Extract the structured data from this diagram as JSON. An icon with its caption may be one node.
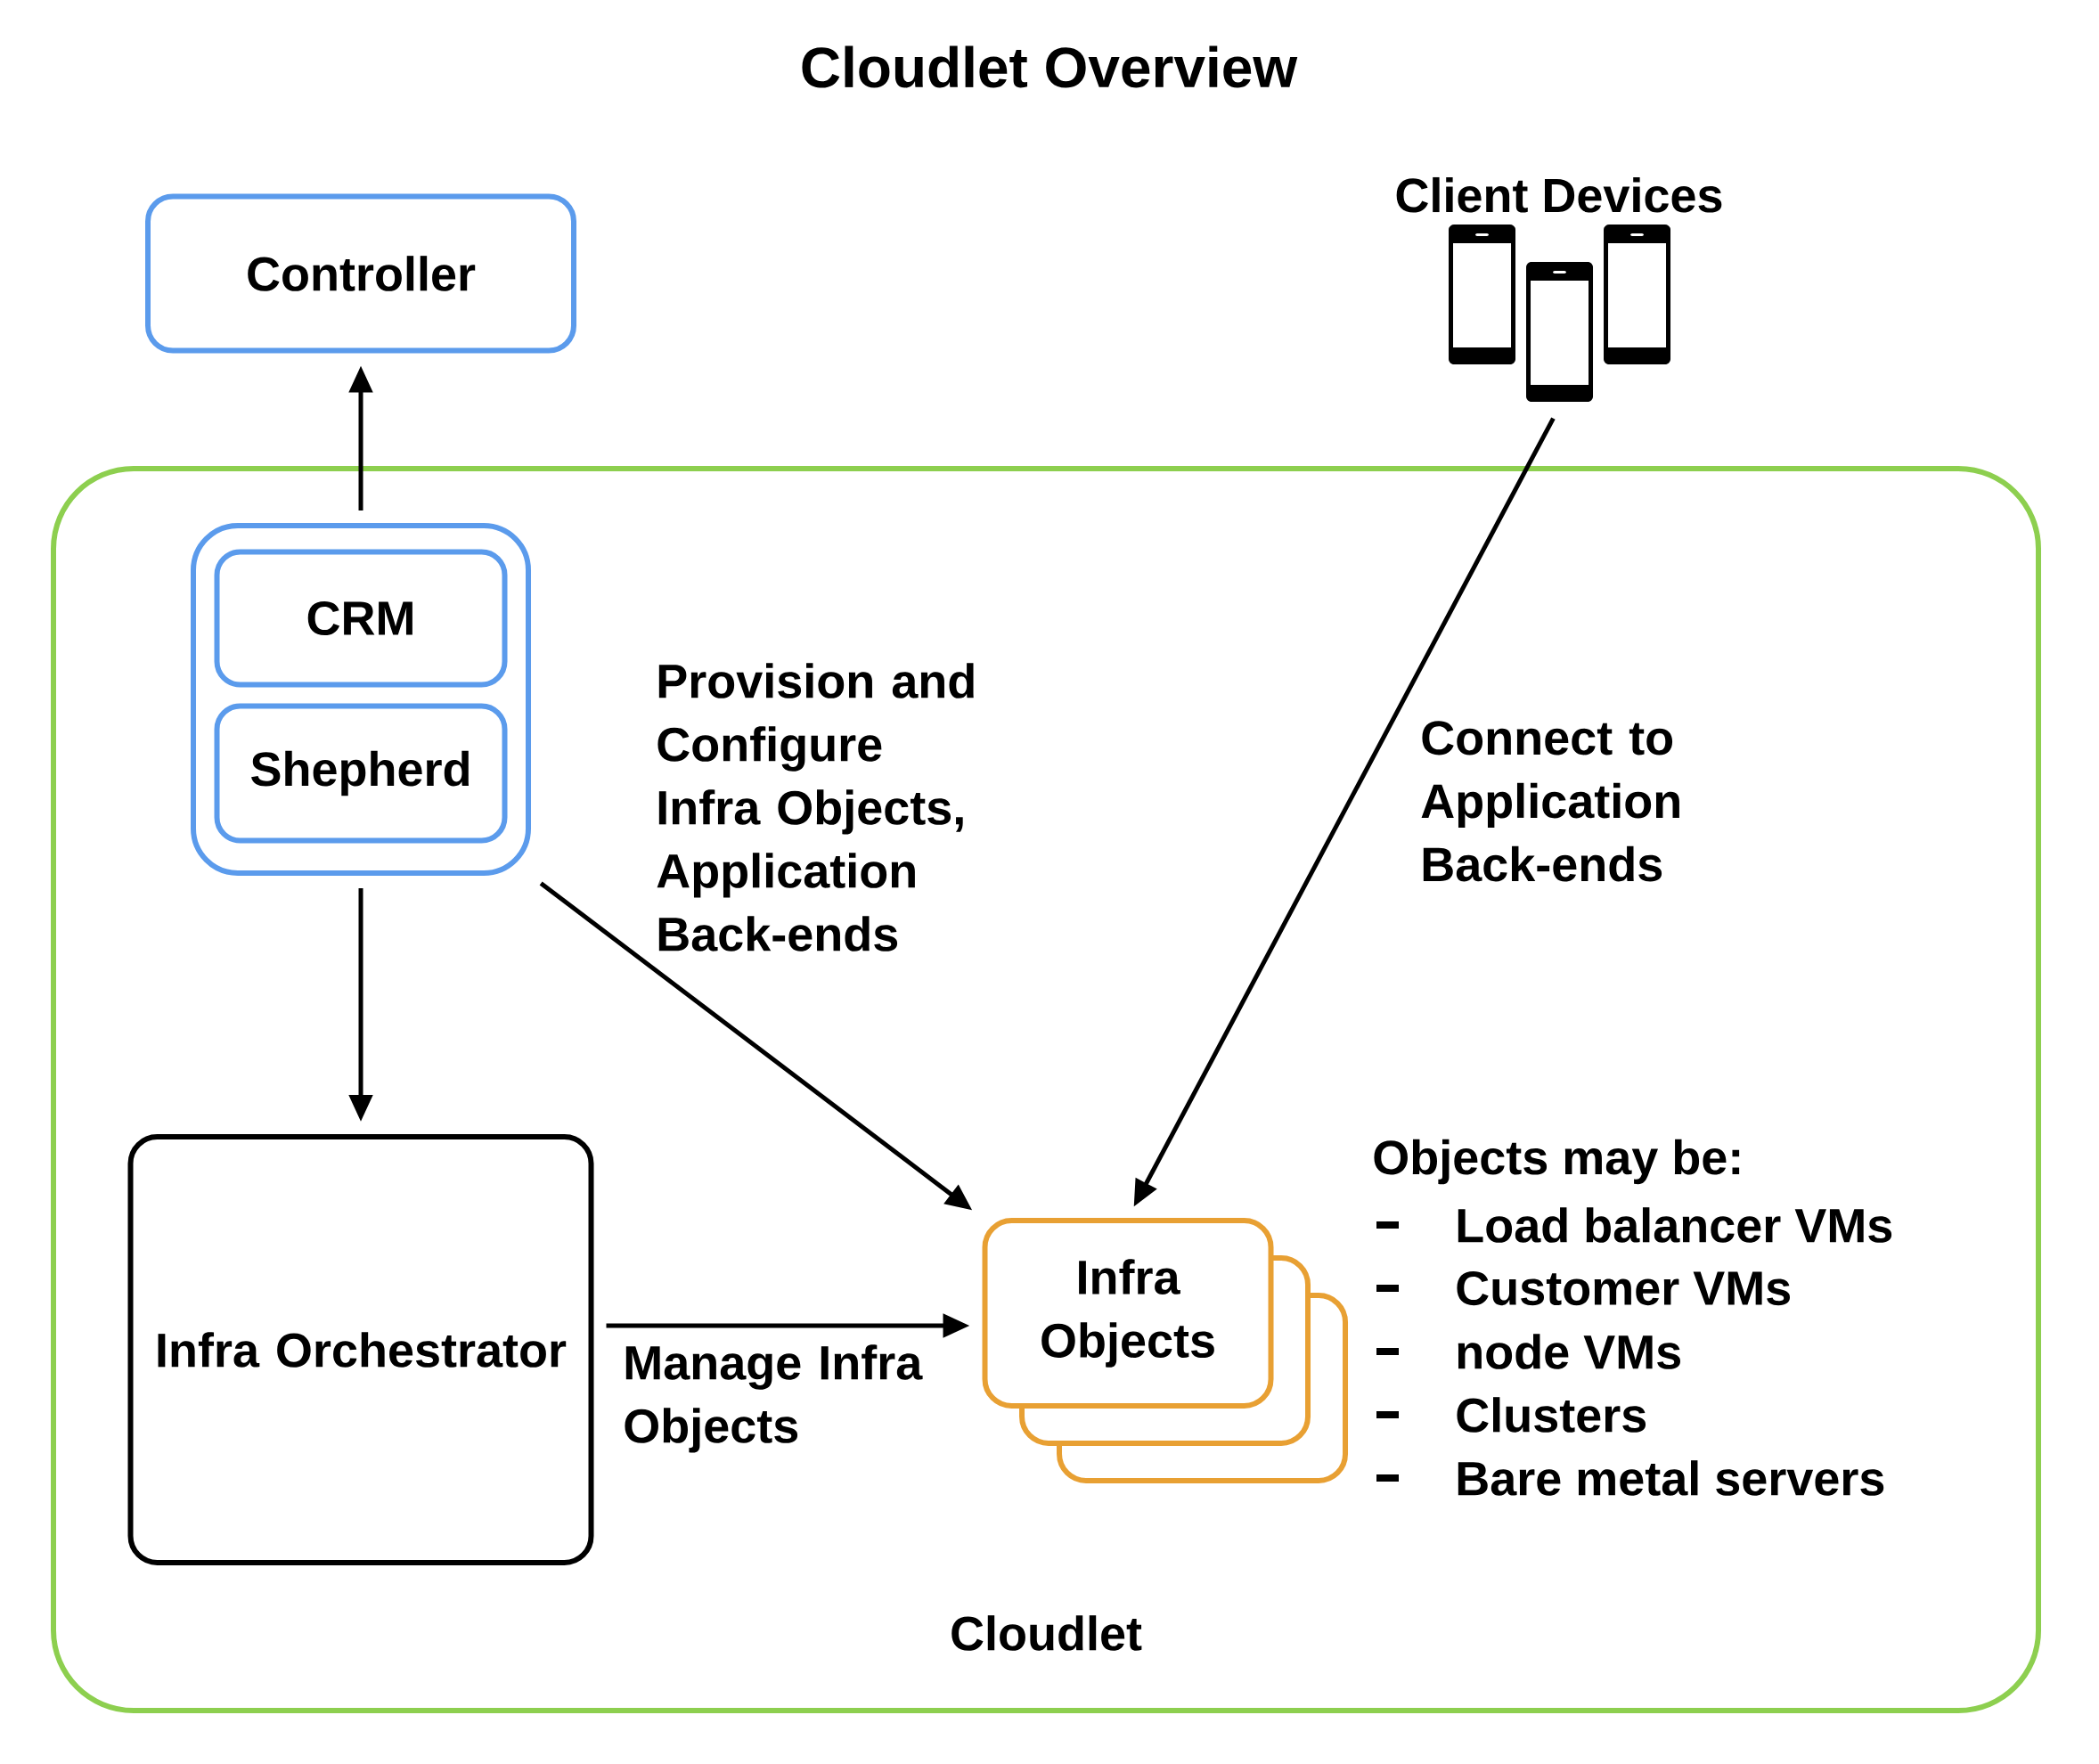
{
  "diagram": {
    "title": "Cloudlet Overview",
    "nodes": [
      {
        "text": [
          "Controller"
        ]
      },
      {
        "text": [
          "Client Devices"
        ]
      },
      {
        "text": [
          "Cloudlet"
        ]
      },
      {
        "text": [],
        "shape": "box",
        "in": 2
      },
      {
        "text": [
          "CRM"
        ],
        "in": 3
      },
      {
        "text": [
          "Shepherd"
        ],
        "in": 3
      },
      {
        "text": [
          "Infra Orchestrator"
        ],
        "in": 2
      },
      {
        "text": [
          "Infra Objects"
        ],
        "in": 2
      }
    ],
    "edges": [
      {
        "from": 3,
        "to": 0,
        "arrow": "to"
      },
      {
        "from": 3,
        "to": 6,
        "arrow": "to"
      },
      {
        "from": 3,
        "to": 7,
        "arrow": "to",
        "label": "Provision and Configure Infra Objects, Application Back-ends"
      },
      {
        "from": 6,
        "to": 7,
        "arrow": "to",
        "label": "Manage Infra Objects"
      },
      {
        "from": 1,
        "to": 7,
        "arrow": "to",
        "label": "Connect to Application Back-ends"
      }
    ],
    "labels": [
      "Objects may be:",
      "Load balancer VMs",
      "Customer VMs",
      "node VMs",
      "Clusters",
      "Bare metal servers"
    ]
  }
}
